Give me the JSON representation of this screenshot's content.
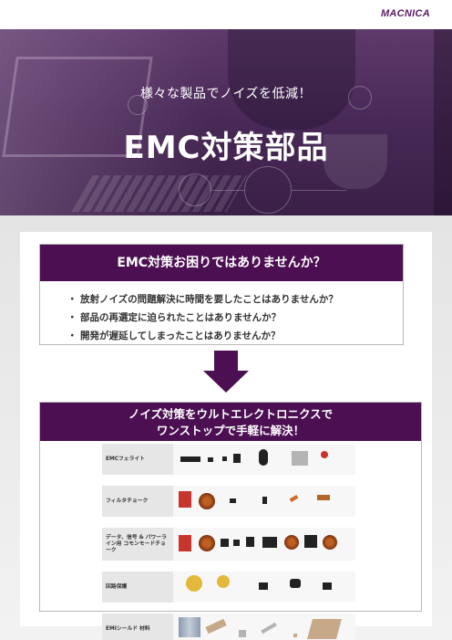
{
  "header": {
    "logo_text": "MACNICA",
    "brand_color": "#5b1b66"
  },
  "hero": {
    "subtitle": "様々な製品でノイズを低減！",
    "title": "EMC対策部品"
  },
  "question_box": {
    "heading": "EMC対策お困りではありませんか？",
    "bullet_symbol": "・",
    "items": [
      "放射ノイズの問題解決に時間を要したことはありませんか？",
      "部品の再選定に迫られたことはありませんか？",
      "開発が遅延してしまったことはありませんか？"
    ]
  },
  "arrow": {
    "icon": "down-arrow-icon",
    "color": "#4b0f52"
  },
  "solution_box": {
    "heading_line1": "ノイズ対策をウルトエレクトロニクスで",
    "heading_line2": "ワンストップで手軽に解決！",
    "categories": [
      {
        "label": "EMCフェライト"
      },
      {
        "label": "フィルタチョーク"
      },
      {
        "label": "データ、信号 & パワーライン用 コモンモードチョーク"
      },
      {
        "label": "回路保護"
      },
      {
        "label": "EMIシールド 材料"
      }
    ]
  },
  "colors": {
    "accent": "#4b0f52",
    "band_gray": "#ebebeb"
  }
}
